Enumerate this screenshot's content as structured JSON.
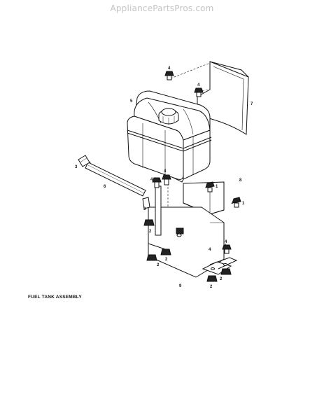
{
  "watermark": "AppliancePartsPros.com",
  "caption": "FUEL TANK ASSEMBLY",
  "callouts": {
    "tank": "5",
    "panel": "7",
    "fuel_line": "6",
    "fitting_left": "3",
    "fitting_mid": "3",
    "bracket_top": "8",
    "bracket_main": "9",
    "bolt_top_a": "4",
    "bolt_top_b": "4",
    "bolt_mid_a": "4",
    "bolt_mid_b": "4",
    "bolt_right": "4",
    "bolt_foot": "4",
    "nut_a": "2",
    "nut_b": "2",
    "nut_c": "2",
    "nut_d": "2",
    "nut_e": "2",
    "washer_a": "1",
    "washer_b": "1"
  }
}
